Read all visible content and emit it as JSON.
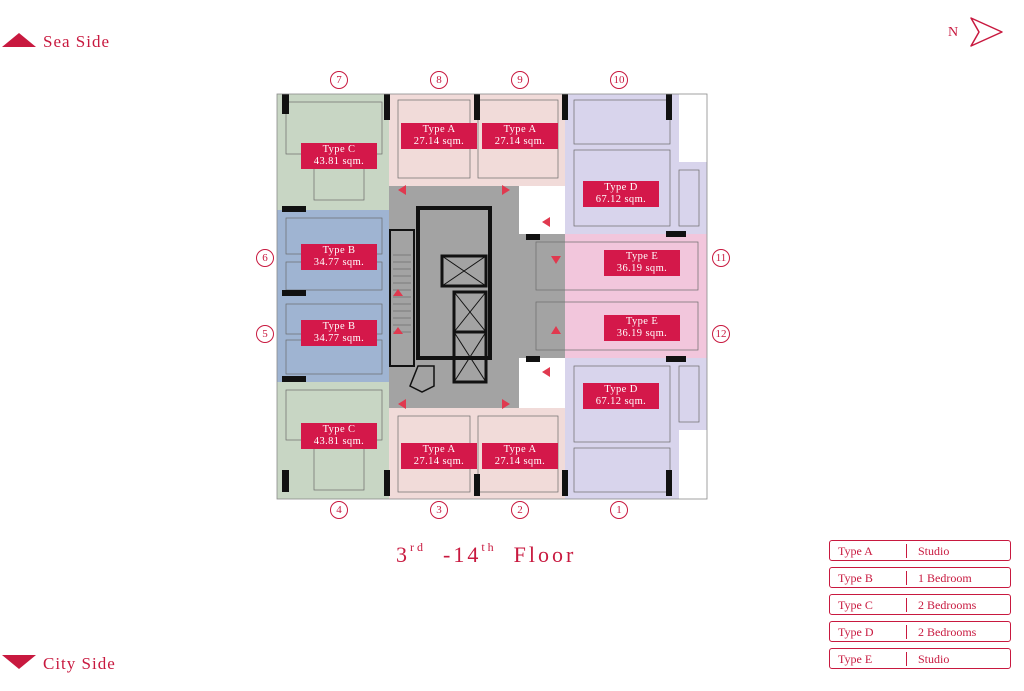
{
  "orientation": {
    "sea_side": "Sea Side",
    "city_side": "City Side",
    "north": "N"
  },
  "floor_title": {
    "ord1": "3",
    "sup1": "rd",
    "sep": "-14",
    "sup2": "th",
    "word": "Floor"
  },
  "unit_numbers": [
    "7",
    "8",
    "9",
    "10",
    "6",
    "11",
    "5",
    "12",
    "4",
    "3",
    "2",
    "1"
  ],
  "unit_tags": [
    {
      "type": "Type C",
      "area": "43.81 sqm."
    },
    {
      "type": "Type A",
      "area": "27.14 sqm."
    },
    {
      "type": "Type A",
      "area": "27.14 sqm."
    },
    {
      "type": "Type D",
      "area": "67.12 sqm."
    },
    {
      "type": "Type B",
      "area": "34.77 sqm."
    },
    {
      "type": "Type E",
      "area": "36.19 sqm."
    },
    {
      "type": "Type B",
      "area": "34.77 sqm."
    },
    {
      "type": "Type E",
      "area": "36.19 sqm."
    },
    {
      "type": "Type D",
      "area": "67.12 sqm."
    },
    {
      "type": "Type C",
      "area": "43.81 sqm."
    },
    {
      "type": "Type A",
      "area": "27.14 sqm."
    },
    {
      "type": "Type A",
      "area": "27.14 sqm."
    }
  ],
  "legend": [
    {
      "type": "Type A",
      "desc": "Studio"
    },
    {
      "type": "Type B",
      "desc": "1 Bedroom"
    },
    {
      "type": "Type C",
      "desc": "2 Bedrooms"
    },
    {
      "type": "Type D",
      "desc": "2 Bedrooms"
    },
    {
      "type": "Type E",
      "desc": "Studio"
    }
  ],
  "colors": {
    "accent": "#c8193f",
    "tag_bg": "#d4184a",
    "type_a_zone": "#f1dbd9",
    "type_b_zone": "#9fb4d2",
    "type_c_zone": "#c8d6c4",
    "type_d_zone": "#d8d4ec",
    "type_e_zone": "#f2c6dc",
    "core": "#a3a3a3"
  }
}
